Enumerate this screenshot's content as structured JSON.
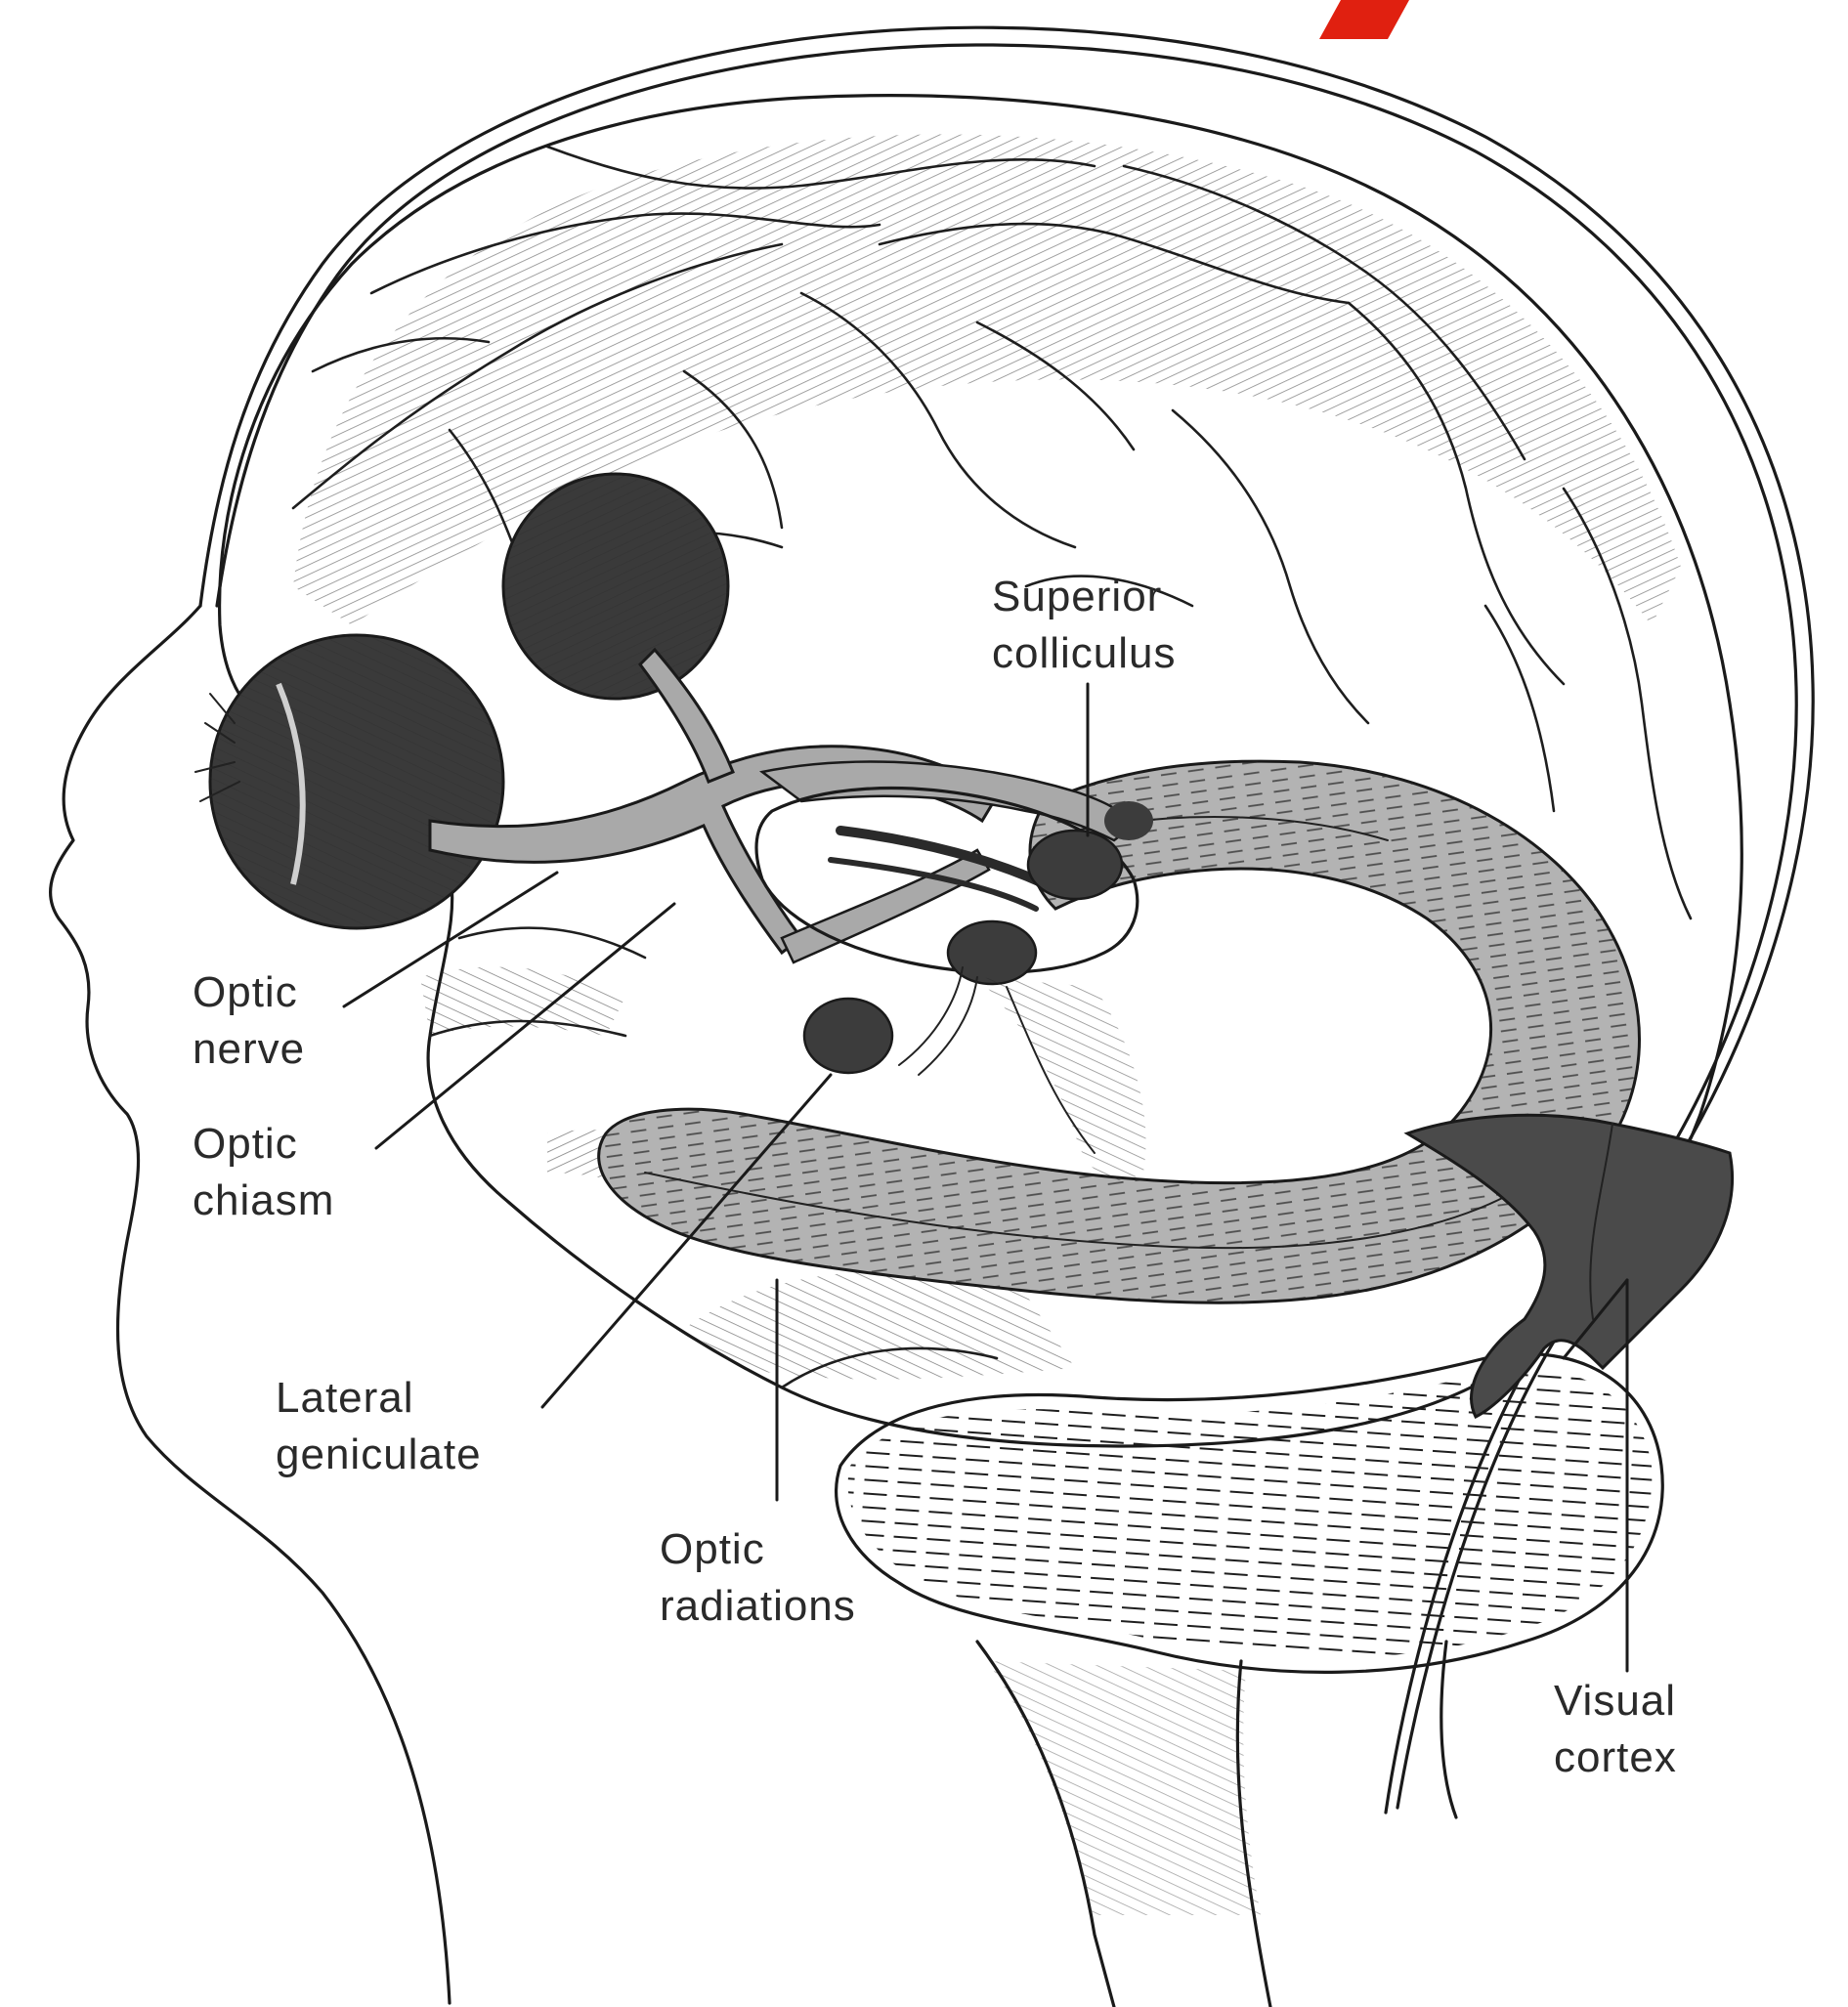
{
  "labels": {
    "superior_colliculus": [
      "Superior",
      "colliculus"
    ],
    "optic_nerve": [
      "Optic",
      "nerve"
    ],
    "optic_chiasm": [
      "Optic",
      "chiasm"
    ],
    "lateral_geniculate": [
      "Lateral",
      "geniculate"
    ],
    "optic_radiations": [
      "Optic",
      "radiations"
    ],
    "visual_cortex": [
      "Visual",
      "cortex"
    ]
  },
  "colors": {
    "ink": "#1a1a1a",
    "pathway_gray": "#a9a9a9",
    "dark_fill": "#3a3a3a",
    "cortex_fill": "#4a4a4a",
    "accent_red": "#e02010"
  }
}
